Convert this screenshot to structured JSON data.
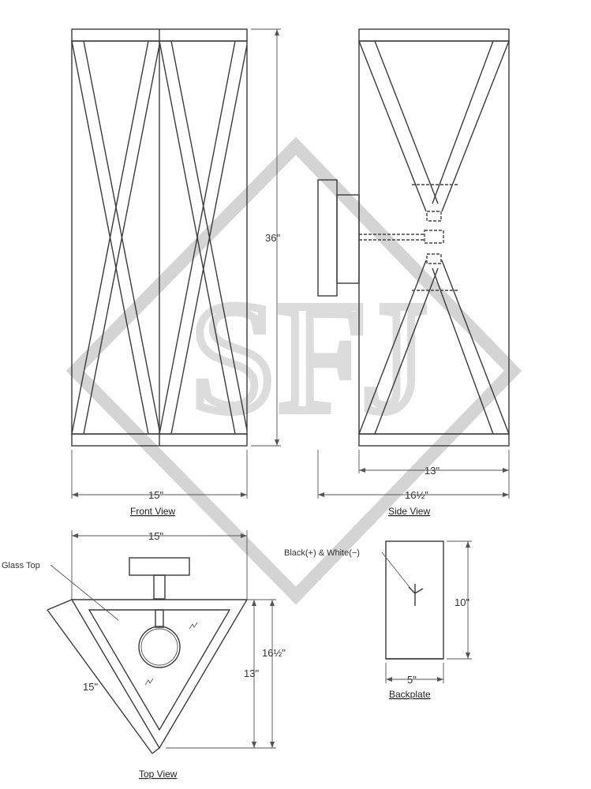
{
  "labels": {
    "front_view": "Front View",
    "side_view": "Side View",
    "top_view": "Top View",
    "backplate": "Backplate",
    "glass_top": "Glass Top",
    "wiring": "Black(+) & White(−)"
  },
  "dimensions": {
    "front_height": "36\"",
    "front_width": "15\"",
    "side_depth": "13\"",
    "side_overall": "16½\"",
    "top_width": "15\"",
    "top_side": "15\"",
    "top_depth": "13\"",
    "top_overall": "16½\"",
    "backplate_height": "10\"",
    "backplate_width": "5\""
  },
  "watermark": {
    "text": "SFJ"
  }
}
